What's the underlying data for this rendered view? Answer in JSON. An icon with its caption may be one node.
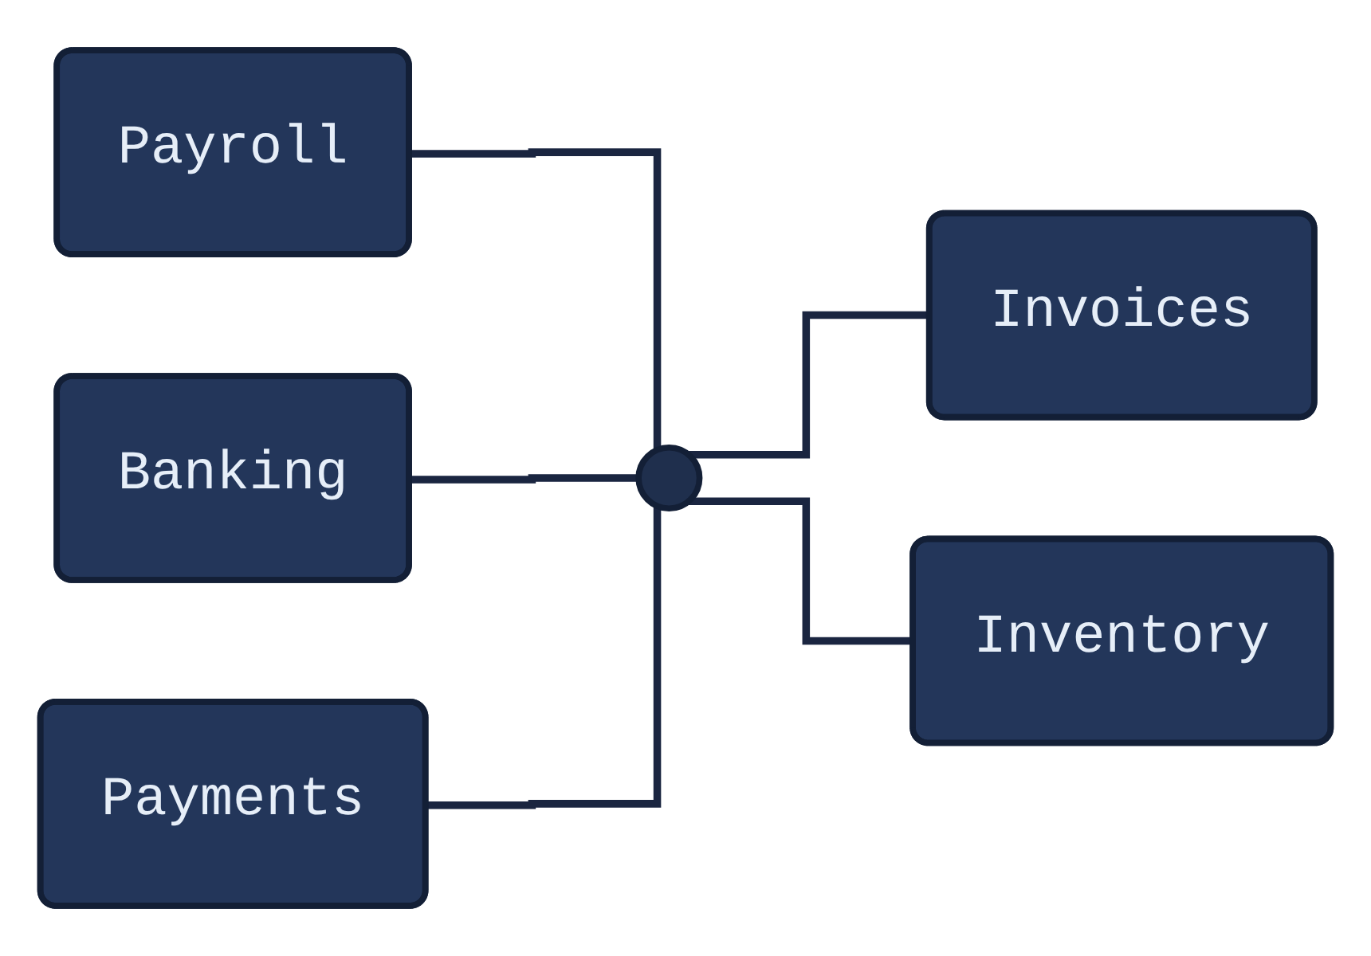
{
  "diagram": {
    "nodes": [
      {
        "text": [
          "Payroll"
        ]
      },
      {
        "text": [
          "Banking"
        ]
      },
      {
        "text": [
          "Invoices"
        ]
      },
      {
        "text": [],
        "shape": "circle"
      },
      {
        "text": [
          "Payments"
        ]
      },
      {
        "text": [
          "Inventory"
        ]
      }
    ],
    "edges": [
      {
        "from": 0,
        "to": 3,
        "arrow": "none"
      },
      {
        "from": 1,
        "to": 3,
        "arrow": "none"
      },
      {
        "from": 3,
        "to": 2,
        "arrow": "none"
      },
      {
        "from": 4,
        "to": 3,
        "arrow": "none"
      },
      {
        "from": 3,
        "to": 5,
        "arrow": "none"
      }
    ]
  }
}
